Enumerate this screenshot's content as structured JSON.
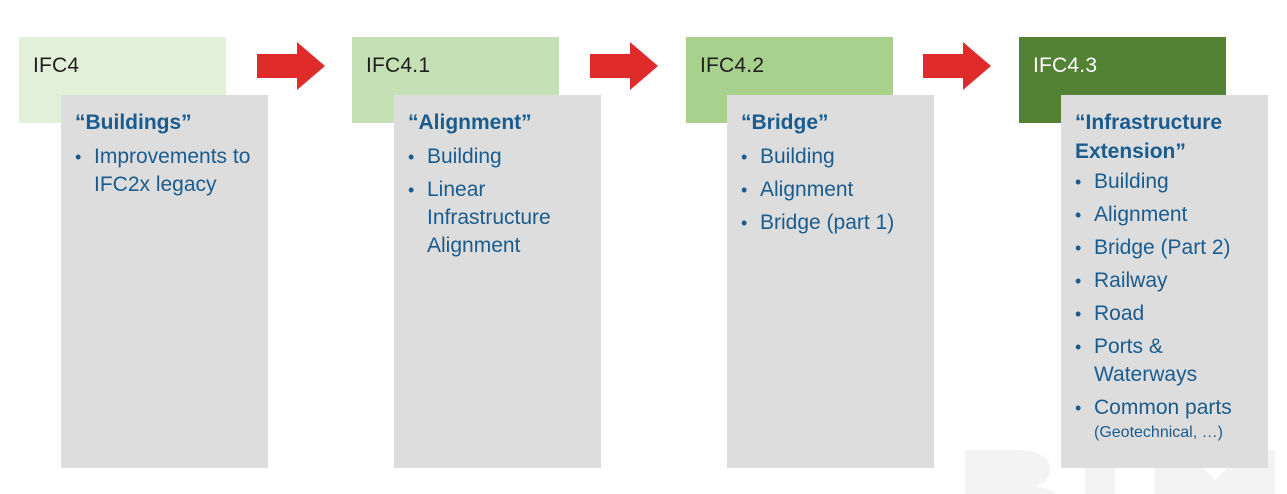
{
  "colors": {
    "ifc4": "#e2efd9",
    "ifc41": "#c5e0b4",
    "ifc42": "#a9d18e",
    "ifc43": "#548235",
    "content_bg": "#dddddd",
    "text_blue": "#1b5c8f",
    "arrow_red": "#e02b2b"
  },
  "stages": [
    {
      "version": "IFC4",
      "title": "“Buildings”",
      "items": [
        "Improvements to IFC2x legacy"
      ]
    },
    {
      "version": "IFC4.1",
      "title": "“Alignment”",
      "items": [
        "Building",
        "Linear Infrastructure Alignment"
      ]
    },
    {
      "version": "IFC4.2",
      "title": "“Bridge”",
      "items": [
        "Building",
        "Alignment",
        "Bridge (part 1)"
      ]
    },
    {
      "version": "IFC4.3",
      "title": "“Infrastructure Extension”",
      "items": [
        "Building",
        "Alignment",
        "Bridge (Part 2)",
        "Railway",
        "Road",
        "Ports & Waterways",
        "Common parts"
      ],
      "last_item_note": "(Geotechnical, …)"
    }
  ],
  "bullet": "•",
  "arrow_icon": "right-arrow-icon"
}
